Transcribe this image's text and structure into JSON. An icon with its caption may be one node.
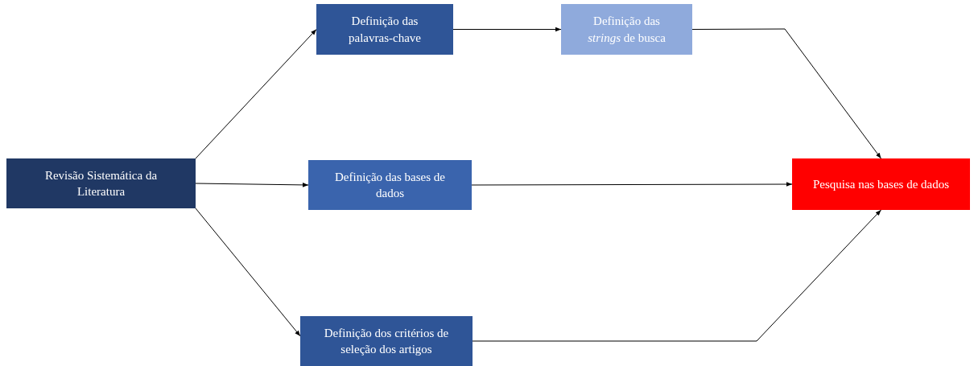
{
  "diagram": {
    "nodes": [
      {
        "text": [
          "Revisão Sistemática da Literatura"
        ]
      },
      {
        "text": [
          "Definição das palavras-chave"
        ]
      },
      {
        "text": [
          "Definição das *strings* de busca"
        ]
      },
      {
        "text": [
          "Definição das bases de dados"
        ]
      },
      {
        "text": [
          "Definição dos critérios de seleção dos artigos"
        ]
      },
      {
        "text": [
          "Pesquisa nas bases de dados"
        ]
      }
    ],
    "edges": [
      {
        "from": 0,
        "to": 1,
        "arrow": "to"
      },
      {
        "from": 0,
        "to": 3,
        "arrow": "to"
      },
      {
        "from": 0,
        "to": 4,
        "arrow": "to"
      },
      {
        "from": 1,
        "to": 2,
        "arrow": "to"
      },
      {
        "from": 2,
        "to": 5,
        "arrow": "to"
      },
      {
        "from": 3,
        "to": 5,
        "arrow": "to"
      },
      {
        "from": 4,
        "to": 5,
        "arrow": "to"
      }
    ]
  }
}
